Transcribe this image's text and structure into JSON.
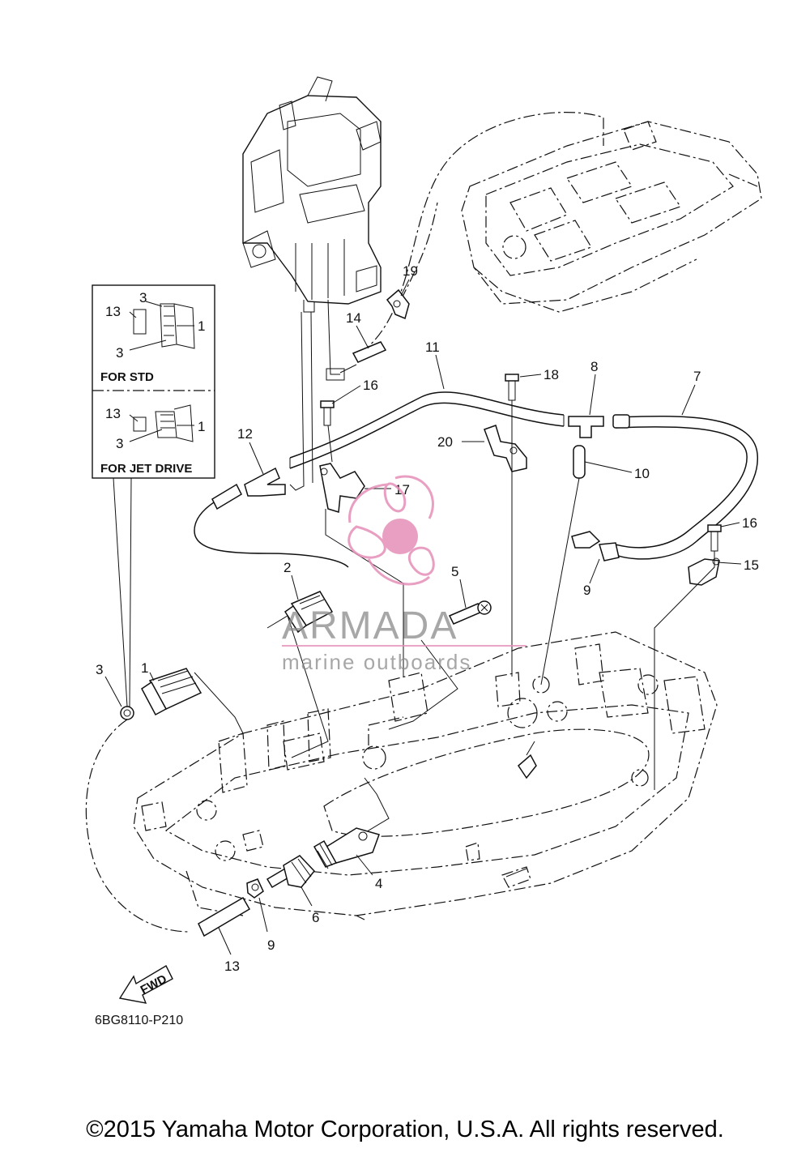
{
  "diagram": {
    "code": "6BG8110-P210",
    "fwd_label": "FWD",
    "callouts": [
      "1",
      "2",
      "3",
      "4",
      "5",
      "6",
      "7",
      "8",
      "9",
      "9",
      "10",
      "11",
      "12",
      "13",
      "14",
      "15",
      "16",
      "16",
      "17",
      "18",
      "19",
      "20"
    ],
    "inset_std": {
      "caption": "FOR STD",
      "labels": [
        "3",
        "13",
        "1",
        "3"
      ]
    },
    "inset_jet": {
      "caption": "FOR JET DRIVE",
      "labels": [
        "13",
        "1",
        "3"
      ]
    }
  },
  "watermark": {
    "brand": "ARMADA",
    "tagline": "marine outboards",
    "colors": {
      "logo": "#e58fb8",
      "text": "#8a8a8a"
    }
  },
  "footer": {
    "copyright": "©2015 Yamaha Motor Corporation, U.S.A. All rights reserved."
  }
}
